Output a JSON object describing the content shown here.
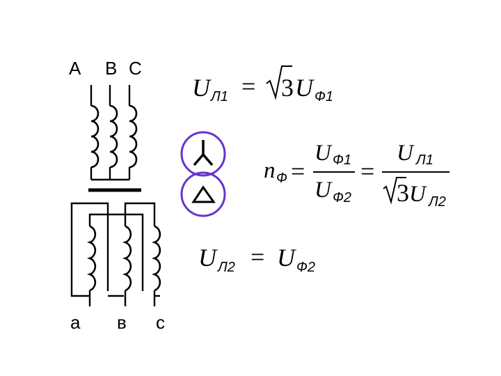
{
  "primary_terminals": [
    "A",
    "B",
    "C"
  ],
  "secondary_terminals": [
    "a",
    "в",
    "c"
  ],
  "formula_line1": {
    "lhs": "U",
    "lhs_sub": "Л1",
    "eq": "=",
    "coef": "3",
    "rhs": "U",
    "rhs_sub": "Ф1"
  },
  "formula_ratio": {
    "n": "n",
    "n_sub": "Ф",
    "eq1": "=",
    "num1": "U",
    "num1_sub": "Ф1",
    "den1": "U",
    "den1_sub": "Ф2",
    "eq2": "=",
    "num2": "U",
    "num2_sub": "Л1",
    "den2_coef": "3",
    "den2": "U",
    "den2_sub": "Л2"
  },
  "formula_line2": {
    "lhs": "U",
    "lhs_sub": "Л2",
    "eq": "=",
    "rhs": "U",
    "rhs_sub": "Ф2"
  },
  "colors": {
    "symbol_ring": "#6633cc",
    "line": "#000000"
  },
  "icons": [
    "star-connection-icon",
    "delta-connection-icon"
  ]
}
